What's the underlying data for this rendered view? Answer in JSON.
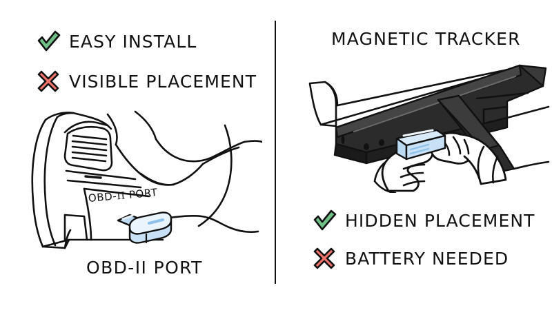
{
  "document": {
    "type": "comparison-infographic",
    "background_color": "#ffffff",
    "divider_color": "#111111"
  },
  "colors": {
    "check_green": "#6FBF86",
    "cross_red": "#F2736A",
    "outline_black": "#111111",
    "device_blue_light": "#E3F0FB",
    "device_blue_mid": "#BCD9F2",
    "device_blue_accent": "#8FC2E8",
    "chassis_dark": "#2B2B2B",
    "chassis_darker": "#1A1A1A"
  },
  "left_panel": {
    "name": "obd-ii-port-option",
    "bullets": [
      {
        "icon": "check-icon",
        "status": "pro",
        "label": "EASY INSTALL"
      },
      {
        "icon": "cross-icon",
        "status": "con",
        "label": "VISIBLE PLACEMENT"
      }
    ],
    "illustration": {
      "name": "car-dashboard-illustration",
      "alt": "Hand-drawn car dashboard under-steering-wheel area with OBD-II dongle plugged in",
      "inline_label_prefix": "OBD-",
      "inline_label_roman": "II",
      "inline_label_suffix": " PORT"
    },
    "caption": "OBD-II PORT"
  },
  "right_panel": {
    "name": "magnetic-tracker-option",
    "title": "MAGNETIC TRACKER",
    "illustration": {
      "name": "magnetic-tracker-illustration",
      "alt": "Hand-drawn hands attaching a magnetic tracker to the underside of a vehicle chassis frame"
    },
    "bullets": [
      {
        "icon": "check-icon",
        "status": "pro",
        "label": "HIDDEN PLACEMENT"
      },
      {
        "icon": "cross-icon",
        "status": "con",
        "label": "BATTERY NEEDED"
      }
    ]
  }
}
